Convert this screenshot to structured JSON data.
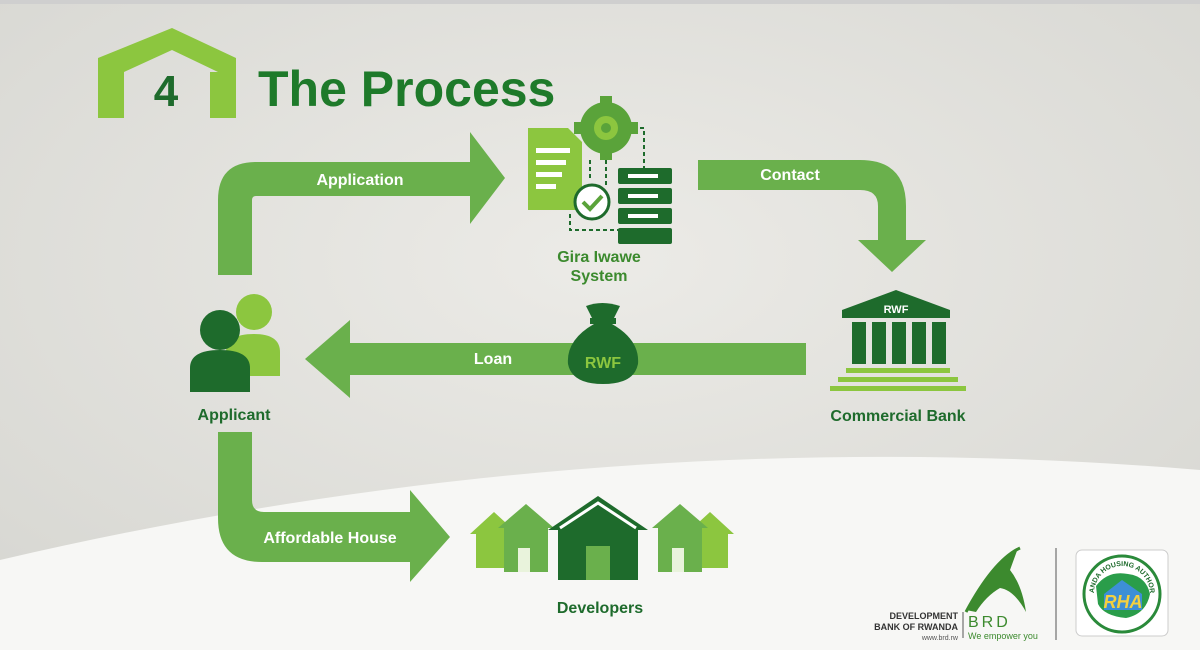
{
  "slide": {
    "number": "4",
    "title": "The Process"
  },
  "nodes": {
    "system_line1": "Gira Iwawe",
    "system_line2": "System",
    "bank": "Commercial Bank",
    "applicant": "Applicant",
    "developers": "Developers"
  },
  "edges": {
    "application": "Application",
    "contact": "Contact",
    "loan": "Loan",
    "affordable_house": "Affordable House"
  },
  "icons": {
    "money_bag_text": "RWF",
    "bank_text": "RWF"
  },
  "logos": {
    "brd_line1": "DEVELOPMENT",
    "brd_line2": "BANK OF RWANDA",
    "brd_url": "www.brd.rw",
    "brd_name": "BRD",
    "brd_tagline": "We empower you",
    "rha_arc": "RWANDA HOUSING AUTHORITY",
    "rha_initials": "RHA"
  },
  "colors": {
    "dark_green": "#1e6b2c",
    "mid_green": "#5aa33a",
    "light_green": "#8cc63f",
    "arrow_green": "#6ab04c"
  }
}
